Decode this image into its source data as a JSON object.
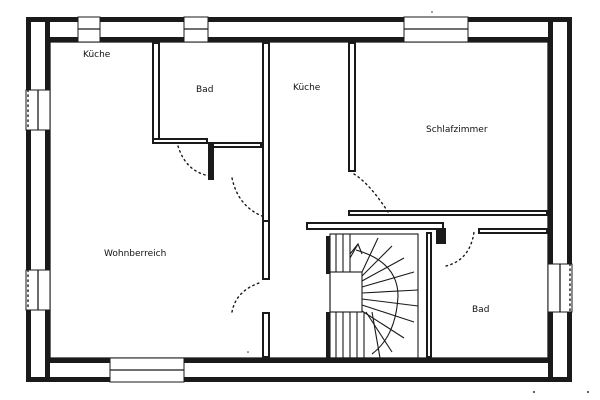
{
  "rooms": {
    "kitchen_left": "Küche",
    "bath_top": "Bad",
    "kitchen_center": "Küche",
    "bedroom": "Schlafzimmer",
    "living": "Wohnberreich",
    "bath_right": "Bad"
  }
}
